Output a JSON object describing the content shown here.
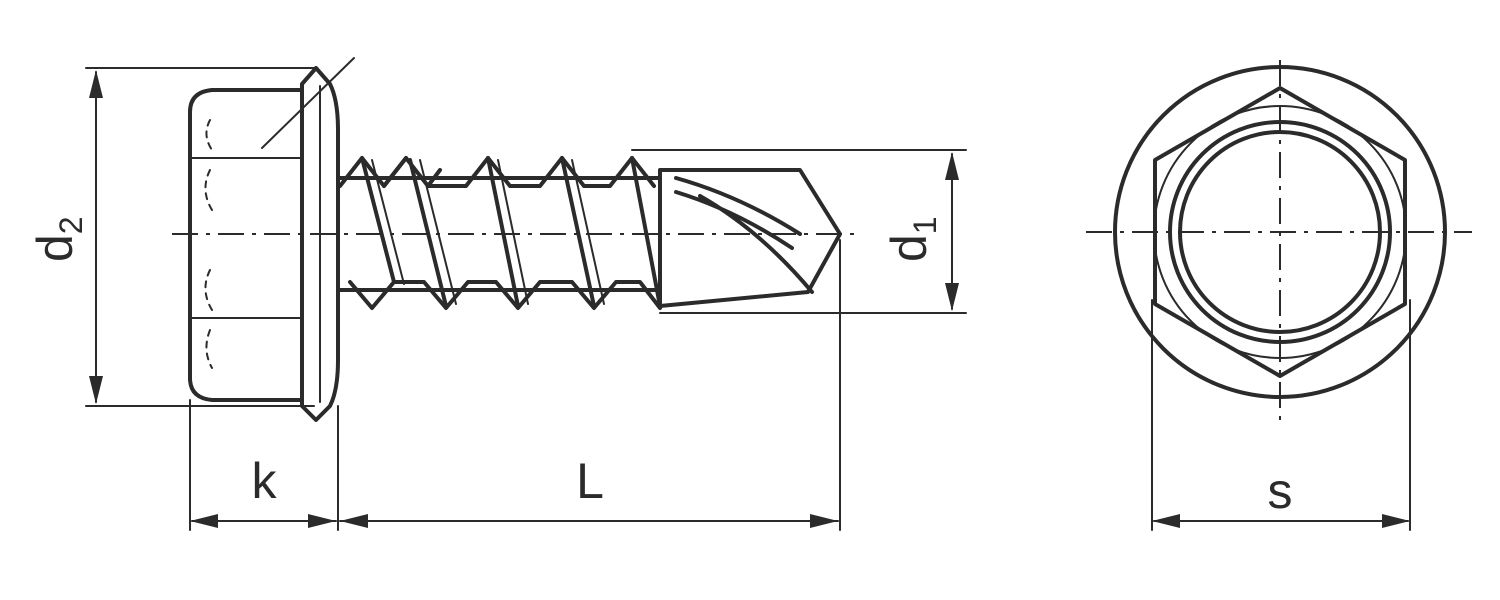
{
  "dimensions": {
    "d2": {
      "base": "d",
      "sub": "2"
    },
    "d1": {
      "base": "d",
      "sub": "1"
    },
    "k": "k",
    "L": "L",
    "s": "s"
  },
  "colors": {
    "line": "#2b2b2b",
    "background": "#ffffff"
  }
}
